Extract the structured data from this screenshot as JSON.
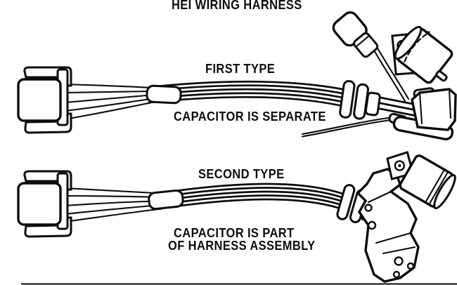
{
  "title": "HEI WIRING HARNESS",
  "first_type": {
    "label": "FIRST TYPE",
    "caption": "CAPACITOR IS SEPARATE"
  },
  "second_type": {
    "label": "SECOND TYPE",
    "caption_line1": "CAPACITOR IS PART",
    "caption_line2": "OF HARNESS ASSEMBLY"
  },
  "colors": {
    "ink": "#0d0d0d",
    "paper": "#ffffff"
  }
}
